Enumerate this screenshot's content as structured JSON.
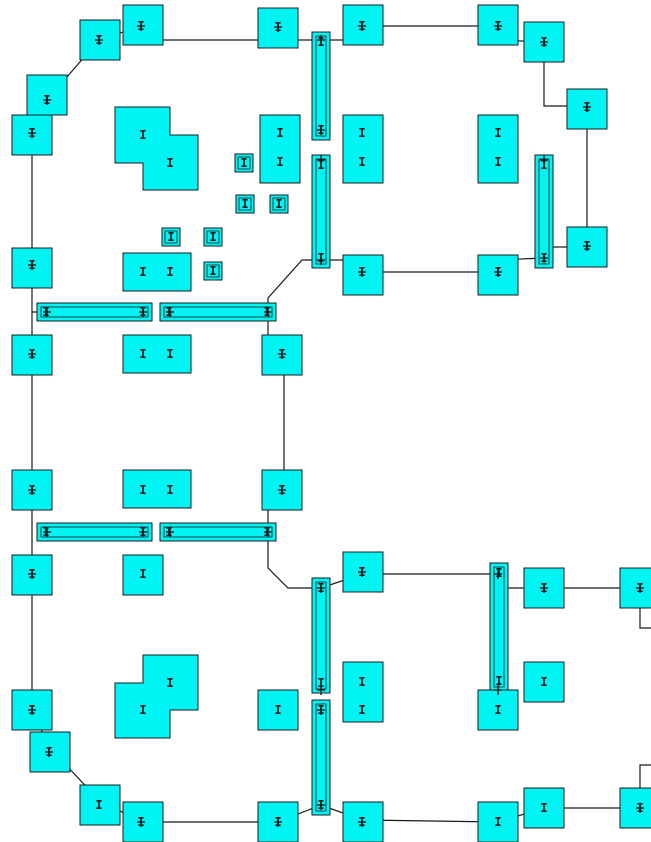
{
  "colors": {
    "pad_fill": "#00f4f4",
    "pad_stroke": "#1a1a1a",
    "wire": "#1a1a1a",
    "glyph": "#1a1a1a",
    "background": "#ffffff"
  },
  "pad_glyph": "I",
  "glyph_icon": "i-beam-glyph",
  "element_types": [
    "square-pad",
    "bus-bar",
    "small-pad",
    "l-shaped-pad",
    "wire-trace",
    "connection-node"
  ]
}
